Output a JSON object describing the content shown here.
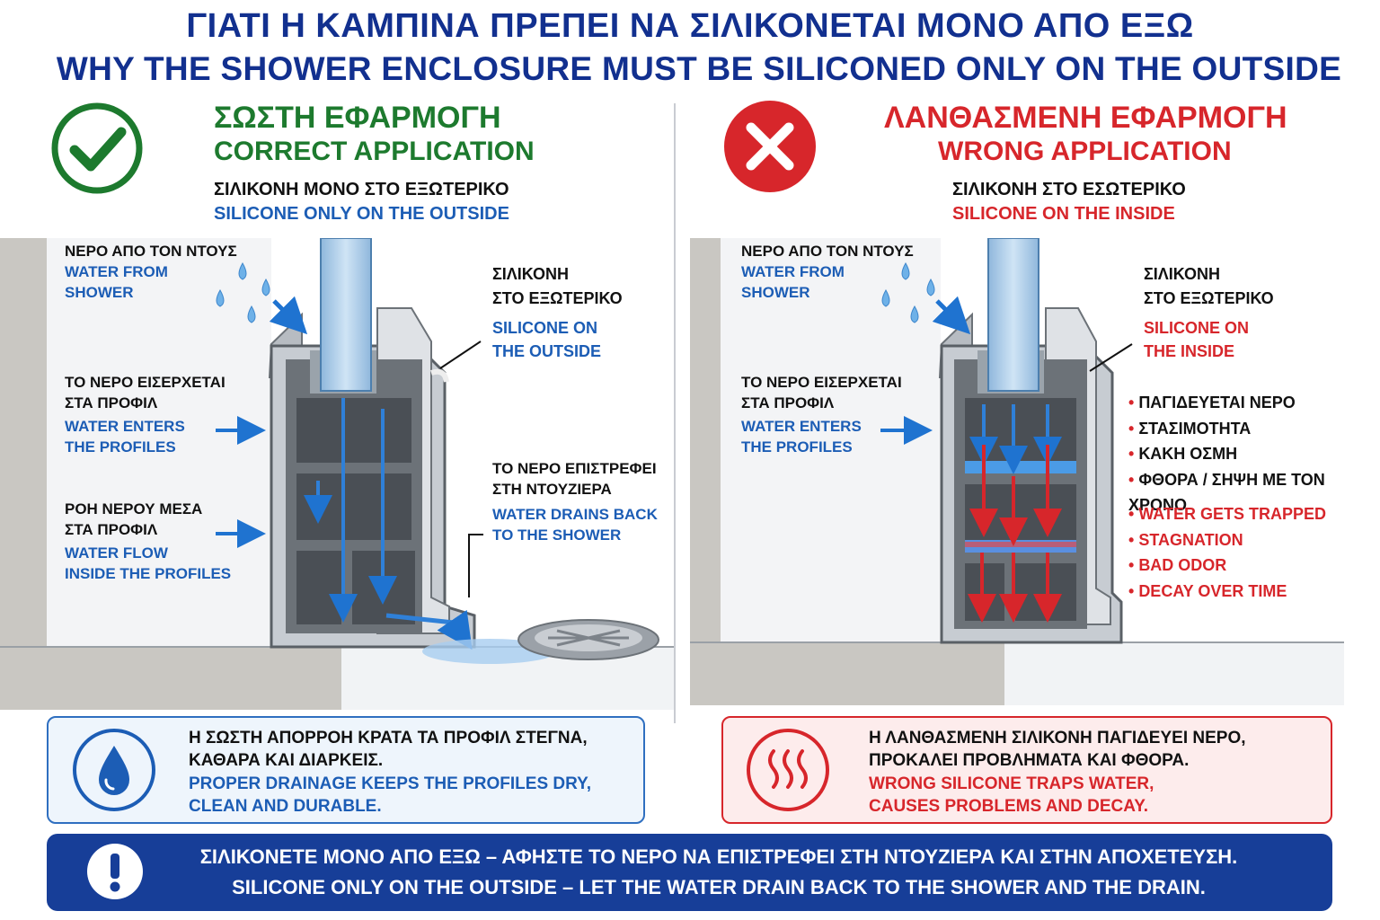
{
  "header": {
    "title_gr": "ΓΙΑΤΙ Η ΚΑΜΠΙΝΑ ΠΡΕΠΕΙ ΝΑ ΣΙΛΙΚΟΝΕΤΑΙ ΜΟΝΟ ΑΠΟ ΕΞΩ",
    "title_en": "WHY THE SHOWER ENCLOSURE MUST BE SILICONED ONLY ON THE OUTSIDE"
  },
  "correct": {
    "icon": "check-circle-icon",
    "heading_gr": "ΣΩΣΤΗ ΕΦΑΡΜΟΓΗ",
    "heading_en": "CORRECT APPLICATION",
    "sub_gr": "ΣΙΛΙΚΟΝΗ ΜΟΝΟ ΣΤΟ ΕΞΩΤΕΡΙΚΟ",
    "sub_en": "SILICONE ONLY ON THE OUTSIDE",
    "water_from_gr": "ΝΕΡΟ ΑΠΟ ΤΟΝ ΝΤΟΥΣ",
    "water_from_en_1": "WATER FROM",
    "water_from_en_2": "SHOWER",
    "enters_gr_1": "ΤΟ ΝΕΡΟ ΕΙΣΕΡΧΕΤΑΙ",
    "enters_gr_2": "ΣΤΑ ΠΡΟΦΙΛ",
    "enters_en_1": "WATER ENTERS",
    "enters_en_2": "THE PROFILES",
    "flow_gr_1": "ΡΟΗ ΝΕΡΟΥ ΜΕΣΑ",
    "flow_gr_2": "ΣΤΑ ΠΡΟΦΙΛ",
    "flow_en_1": "WATER FLOW",
    "flow_en_2": "INSIDE THE PROFILES",
    "silicone_gr_1": "ΣΙΛΙΚΟΝΗ",
    "silicone_gr_2": "ΣΤΟ ΕΞΩΤΕΡΙΚΟ",
    "silicone_en_1": "SILICONE ON",
    "silicone_en_2": "THE OUTSIDE",
    "drains_gr_1": "ΤΟ ΝΕΡΟ ΕΠΙΣΤΡΕΦΕΙ",
    "drains_gr_2": "ΣΤΗ ΝΤΟΥΖΙΕΡΑ",
    "drains_en_1": "WATER DRAINS BACK",
    "drains_en_2": "TO THE SHOWER"
  },
  "wrong": {
    "icon": "x-circle-icon",
    "heading_gr": "ΛΑΝΘΑΣΜΕΝΗ ΕΦΑΡΜΟΓΗ",
    "heading_en": "WRONG APPLICATION",
    "sub_gr": "ΣΙΛΙΚΟΝΗ ΣΤΟ ΕΣΩΤΕΡΙΚΟ",
    "sub_en": "SILICONE ON THE INSIDE",
    "water_from_gr": "ΝΕΡΟ ΑΠΟ ΤΟΝ ΝΤΟΥΣ",
    "water_from_en_1": "WATER FROM",
    "water_from_en_2": "SHOWER",
    "enters_gr_1": "ΤΟ ΝΕΡΟ ΕΙΣΕΡΧΕΤΑΙ",
    "enters_gr_2": "ΣΤΑ ΠΡΟΦΙΛ",
    "enters_en_1": "WATER ENTERS",
    "enters_en_2": "THE PROFILES",
    "silicone_gr_1": "ΣΙΛΙΚΟΝΗ",
    "silicone_gr_2": "ΣΤΟ ΕΞΩΤΕΡΙΚΟ",
    "silicone_en_1": "SILICONE ON",
    "silicone_en_2": "THE INSIDE",
    "bullets_gr": [
      "ΠΑΓΙΔΕΥΕΤΑΙ ΝΕΡΟ",
      "ΣΤΑΣΙΜΟΤΗΤΑ",
      "ΚΑΚΗ ΟΣΜΗ",
      "ΦΘΟΡΑ / ΣΗΨΗ ΜΕ ΤΟΝ ΧΡΟΝΟ"
    ],
    "bullets_en": [
      "WATER GETS TRAPPED",
      "STAGNATION",
      "BAD ODOR",
      "DECAY OVER TIME"
    ]
  },
  "info_correct": {
    "icon": "water-drop-icon",
    "gr_1": "Η ΣΩΣΤΗ ΑΠΟΡΡΟΗ ΚΡΑΤΑ ΤΑ ΠΡΟΦΙΛ ΣΤΕΓΝΑ,",
    "gr_2": "ΚΑΘΑΡΑ ΚΑΙ ΔΙΑΡΚΕΙΣ.",
    "en_1": "PROPER DRAINAGE KEEPS THE PROFILES DRY,",
    "en_2": "CLEAN AND DURABLE."
  },
  "info_wrong": {
    "icon": "heat-waves-icon",
    "gr_1": "Η ΛΑΝΘΑΣΜΕΝΗ ΣΙΛΙΚΟΝΗ ΠΑΓΙΔΕΥΕΙ ΝΕΡΟ,",
    "gr_2": "ΠΡΟΚΑΛΕΙ ΠΡΟΒΛΗΜΑΤΑ ΚΑΙ ΦΘΟΡΑ.",
    "en_1": "WRONG SILICONE TRAPS WATER,",
    "en_2": "CAUSES PROBLEMS AND DECAY."
  },
  "banner": {
    "icon": "exclamation-icon",
    "gr": "ΣΙΛΙΚΟΝΕΤΕ ΜΟΝΟ ΑΠΟ ΕΞΩ – ΑΦΗΣΤΕ ΤΟ ΝΕΡΟ ΝΑ ΕΠΙΣΤΡΕΦΕΙ ΣΤΗ ΝΤΟΥΖΙΕΡΑ ΚΑΙ ΣΤΗΝ ΑΠΟΧΕΤΕΥΣΗ.",
    "en": "SILICONE ONLY ON THE OUTSIDE – LET THE WATER DRAIN BACK TO THE SHOWER AND THE DRAIN."
  },
  "colors": {
    "navy": "#12308f",
    "green": "#1d7a2e",
    "red": "#d7262b",
    "blue": "#1c5db5",
    "banner": "#173e98"
  }
}
